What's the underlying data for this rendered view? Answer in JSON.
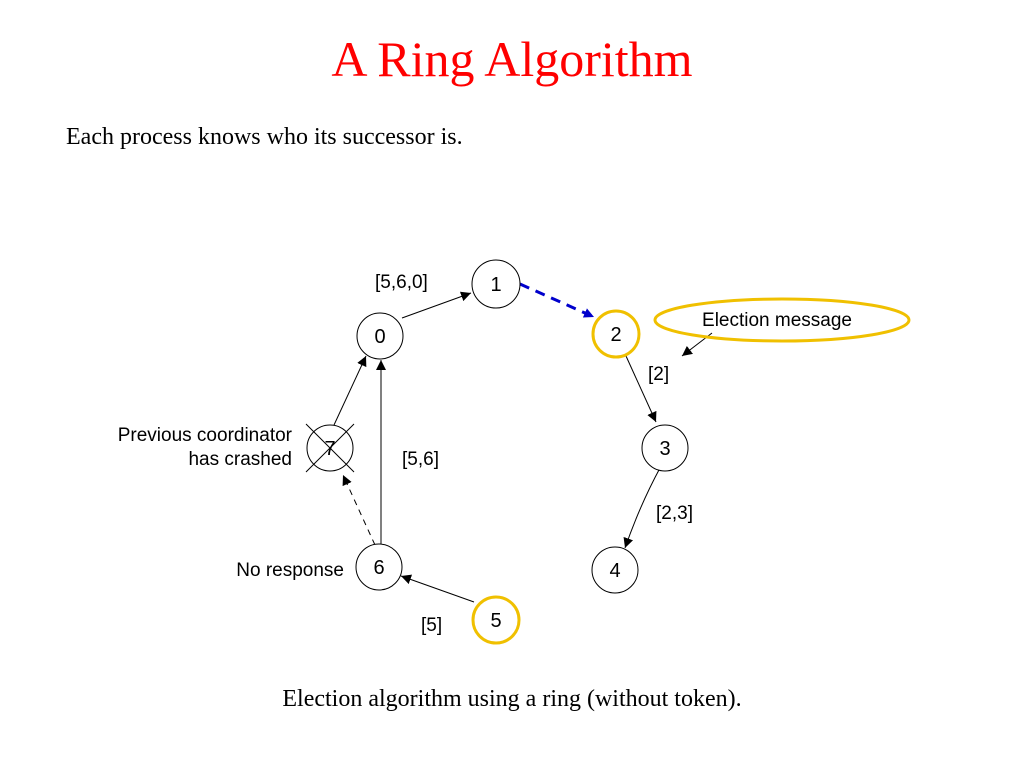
{
  "slide": {
    "title": "A Ring Algorithm",
    "subtitle": "Each process knows who its successor is.",
    "caption": "Election algorithm using a ring (without token)."
  },
  "diagram": {
    "nodes": {
      "n0": "0",
      "n1": "1",
      "n2": "2",
      "n3": "3",
      "n4": "4",
      "n5": "5",
      "n6": "6",
      "n7": "7"
    },
    "messages": {
      "m_5": "[5]",
      "m_56": "[5,6]",
      "m_560": "[5,6,0]",
      "m_2": "[2]",
      "m_23": "[2,3]"
    },
    "annotations": {
      "election_message": "Election message",
      "crashed_line1": "Previous coordinator",
      "crashed_line2": "has crashed",
      "no_response": "No response"
    },
    "colors": {
      "title": "#ff0000",
      "initiator_ring": "#f0c000",
      "dashed_link": "#0000cc"
    }
  }
}
